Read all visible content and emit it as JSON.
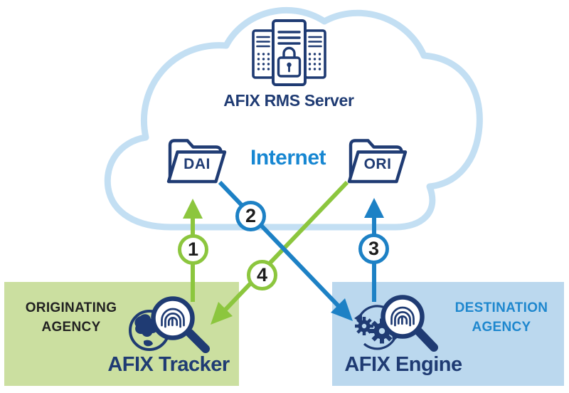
{
  "cloud": {
    "server_label": "AFIX RMS Server",
    "network_label": "Internet",
    "folders": [
      {
        "label": "DAI"
      },
      {
        "label": "ORI"
      }
    ]
  },
  "flow_steps": [
    {
      "number": "1"
    },
    {
      "number": "2"
    },
    {
      "number": "3"
    },
    {
      "number": "4"
    }
  ],
  "originating_agency": {
    "label_line1": "ORIGINATING",
    "label_line2": "AGENCY",
    "product": "AFIX Tracker"
  },
  "destination_agency": {
    "label_line1": "DESTINATION",
    "label_line2": "AGENCY",
    "product": "AFIX Engine"
  },
  "colors": {
    "navy": "#1F3B73",
    "green": "#8CC63E",
    "blue": "#1D81C5",
    "internet_blue": "#1787D2",
    "cloud_outline": "#C3DFF3",
    "originating_box_fill": "#CBDFA0",
    "destination_box_fill": "#BBD8EE",
    "destination_label_text": "#1E87CE",
    "originating_label_text": "#222222",
    "number_text": "#1D1D1D"
  }
}
